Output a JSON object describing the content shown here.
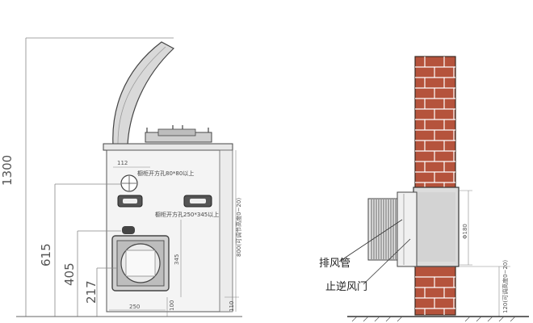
{
  "left_diagram": {
    "dims": {
      "total_height": "1300",
      "h615": "615",
      "h405": "405",
      "h217": "217",
      "w112": "112",
      "w250": "250",
      "h345": "345",
      "h100": "100",
      "h110": "110",
      "adjust_range": "800(可调节高度0~20)"
    },
    "notes": {
      "hole_top": "橱柜开方孔80*80以上",
      "hole_bottom": "橱柜开方孔250*345以上"
    }
  },
  "right_diagram": {
    "labels": {
      "exhaust_pipe": "排风管",
      "check_valve": "止逆风门"
    },
    "dims": {
      "diameter": "Φ180",
      "adjust_range": "120(可调高度0~20)"
    }
  },
  "colors": {
    "brick": "#b5533c",
    "mortar": "#ffffff",
    "appliance": "#e2e2e2",
    "pipe_shadow": "#c8c8c8"
  }
}
